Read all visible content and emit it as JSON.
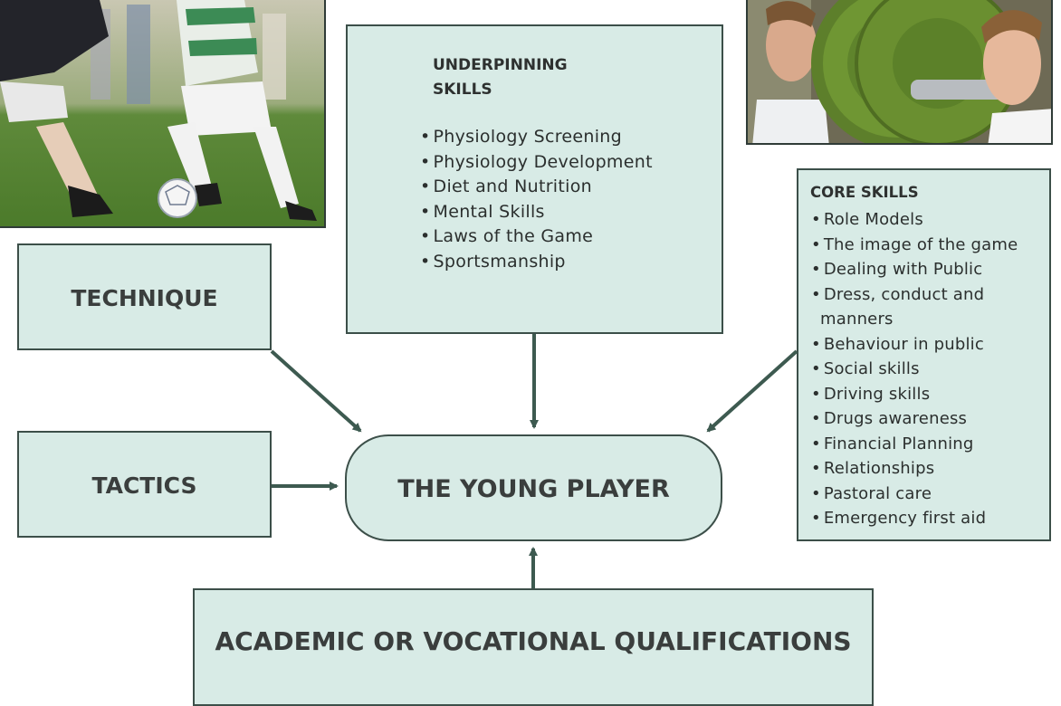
{
  "photos": {
    "football": {
      "icon": "football-match-photo"
    },
    "weights": {
      "icon": "boys-with-weights-photo"
    }
  },
  "underpinning": {
    "title_line1": "UNDERPINNING",
    "title_line2": "SKILLS",
    "items": [
      "Physiology Screening",
      "Physiology Development",
      "Diet and Nutrition",
      "Mental Skills",
      "Laws of the Game",
      "Sportsmanship"
    ]
  },
  "technique": {
    "label": "TECHNIQUE"
  },
  "tactics": {
    "label": "TACTICS"
  },
  "center": {
    "label": "THE YOUNG PLAYER"
  },
  "academic": {
    "label": "ACADEMIC OR VOCATIONAL QUALIFICATIONS"
  },
  "core": {
    "title": "CORE SKILLS",
    "items": [
      "Role Models",
      "The image of the game",
      "Dealing with Public",
      "Dress, conduct and",
      "manners",
      "Behaviour in public",
      "Social skills",
      "Driving skills",
      "Drugs awareness",
      "Financial Planning",
      "Relationships",
      "Pastoral care",
      "Emergency first aid"
    ]
  },
  "colors": {
    "box_fill": "#d8ebe6",
    "box_border": "#3c4f49",
    "arrow": "#3d5a50"
  }
}
